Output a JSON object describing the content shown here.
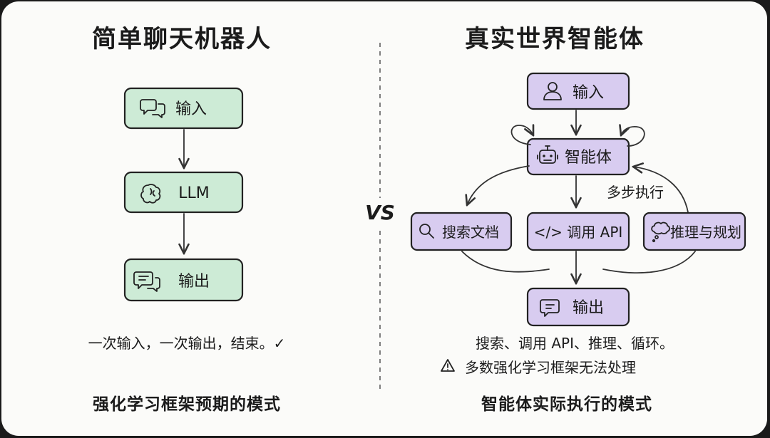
{
  "left": {
    "title": "简单聊天机器人",
    "nodes": {
      "input": "输入",
      "llm": "LLM",
      "output": "输出"
    },
    "caption": "一次输入，一次输出，结束。✓",
    "footer": "强化学习框架预期的模式"
  },
  "divider": {
    "vs": "VS"
  },
  "right": {
    "title": "真实世界智能体",
    "nodes": {
      "input": "输入",
      "agent": "智能体",
      "search": "搜索文档",
      "api": "</> 调用 API",
      "reason": "推理与规划",
      "output": "输出"
    },
    "annotation": "多步执行",
    "caption": "搜索、调用 API、推理、循环。",
    "warning": "多数强化学习框架无法处理",
    "footer": "智能体实际执行的模式"
  },
  "colors": {
    "green_box": "#cdebd6",
    "purple_box": "#d8ccf0",
    "background": "#fbfbf9",
    "ink": "#1b1b1b"
  },
  "icons": {
    "left_input": "chat-bubbles-icon",
    "left_llm": "brain-icon",
    "left_output": "message-list-icon",
    "right_input": "user-icon",
    "right_agent": "robot-icon",
    "right_search": "magnifier-icon",
    "right_reason": "thought-bubble-icon",
    "right_output": "message-icon",
    "caption_check": "check-icon",
    "warning": "warning-triangle-icon"
  }
}
